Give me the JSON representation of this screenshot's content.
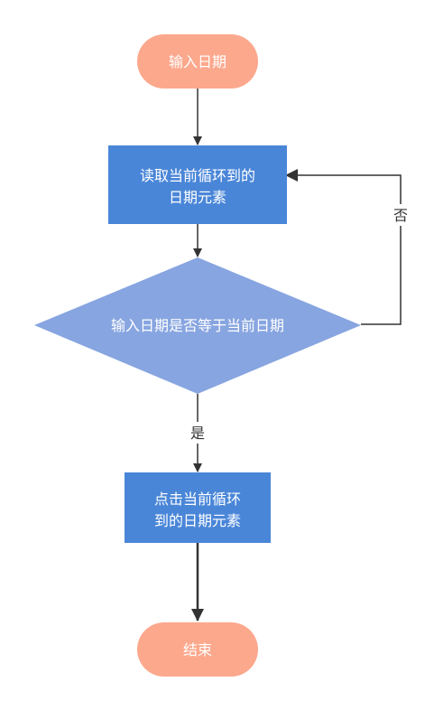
{
  "colors": {
    "terminal_fill": "#FCA88D",
    "process_fill": "#4A86D8",
    "decision_fill": "#87A5E0",
    "edge": "#333333",
    "node_text": "#FFFFFF",
    "label_text": "#333333"
  },
  "nodes": {
    "start": {
      "label": "输入日期"
    },
    "read_element": {
      "line1": "读取当前循环到的",
      "line2": "日期元素"
    },
    "compare": {
      "label": "输入日期是否等于当前日期"
    },
    "click_element": {
      "line1": "点击当前循环",
      "line2": "到的日期元素"
    },
    "end": {
      "label": "结束"
    }
  },
  "edges": {
    "no_label": "否",
    "yes_label": "是"
  }
}
